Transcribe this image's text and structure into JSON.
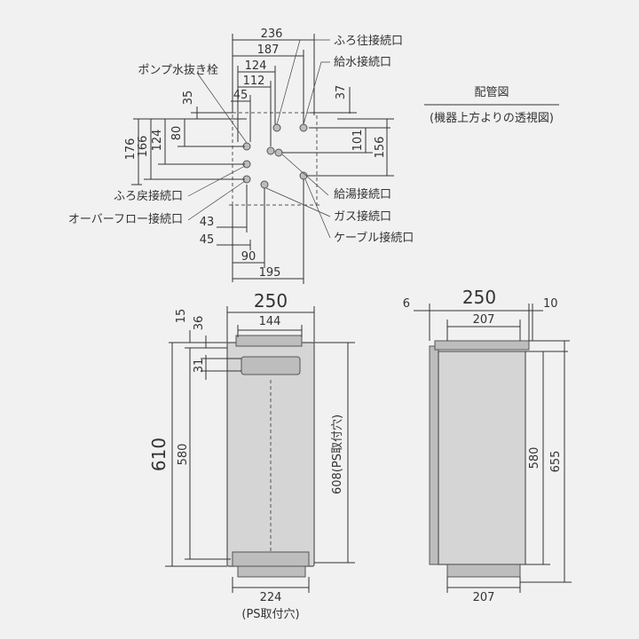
{
  "top_view": {
    "title": "配管図",
    "subtitle": "(機器上方よりの透視図)",
    "labels": {
      "furo_ou": "ふろ往接続口",
      "kyusui": "給水接続口",
      "pump": "ポンプ水抜き栓",
      "furo_modori": "ふろ戻接続口",
      "overflow": "オーバーフロー接続口",
      "kyuto": "給湯接続口",
      "gas": "ガス接続口",
      "cable": "ケーブル接続口"
    },
    "dims": {
      "w236": "236",
      "w187": "187",
      "w124": "124",
      "w112": "112",
      "w45t": "45",
      "v35": "35",
      "v37": "37",
      "v176": "176",
      "v166": "166",
      "v124": "124",
      "v80": "80",
      "v101": "101",
      "v156": "156",
      "w43": "43",
      "w45b": "45",
      "w90": "90",
      "w195": "195"
    }
  },
  "front_view": {
    "dims": {
      "width": "250",
      "w144": "144",
      "v15": "15",
      "v36": "36",
      "v31": "31",
      "height": "610",
      "v580": "580",
      "v608": "608(PS取付穴)",
      "w224": "224",
      "ps_note": "(PS取付穴)"
    }
  },
  "side_view": {
    "dims": {
      "width": "250",
      "d6": "6",
      "d10": "10",
      "w207t": "207",
      "v580": "580",
      "v655": "655",
      "w207b": "207"
    }
  }
}
